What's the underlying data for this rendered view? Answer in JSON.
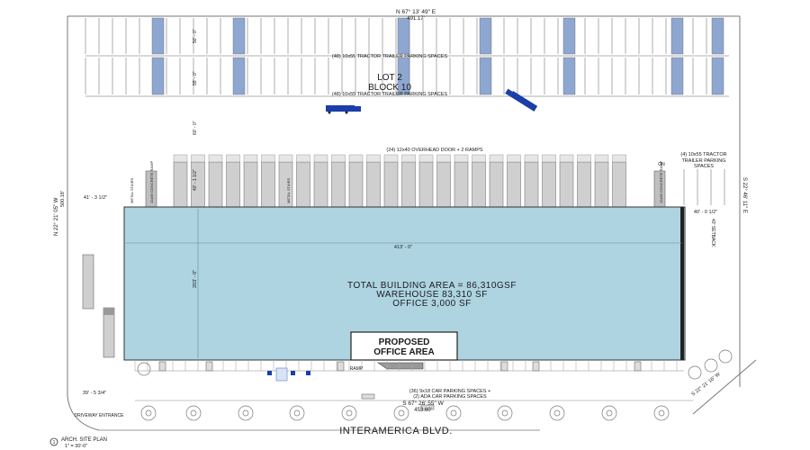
{
  "plan": {
    "top_bearing": "N 67° 13' 49\" E",
    "top_length": "491.17'",
    "parking_row_1": "(48) 10x55 TRACTOR TRAILER PARKING SPACES",
    "lot": "LOT 2",
    "block": "BLOCK 10",
    "parking_row_2": "(48) 10x55 TRACTOR TRAILER PARKING SPACES",
    "overhead_doors": "(24) 12x40 OVERHEAD DOOR + 2 RAMPS",
    "side_parking": "(4) 10x55 TRACTOR TRAILER PARKING SPACES",
    "left_bearing": "N 22° 21' 05\" W",
    "left_length": "500.18'",
    "right_bearing": "S 22° 46' 11\" E",
    "right_dim": "40' - 0 1/2\"",
    "right_setback": "40' SETBACK",
    "left_dim": "41' - 3 1/2\"",
    "building_width": "413' - 0\"",
    "building_depth": "203' - 0\"",
    "dim_top_1": "50' - 0\"",
    "dim_top_2": "55' - 0\"",
    "dim_top_3": "60' - 0\"",
    "dim_mid": "40' - 1 1/2\"",
    "total_area": "TOTAL BUILDING AREA = 86,310GSF",
    "warehouse": "WAREHOUSE 83,310 SF",
    "office": "OFFICE 3,000 SF",
    "proposed_office": "PROPOSED\nOFFICE AREA",
    "proposed_office_l1": "PROPOSED",
    "proposed_office_l2": "OFFICE AREA",
    "ramp": "RAMP",
    "car_parking_1": "(36) 9x18 CAR PARKING SPACES +",
    "car_parking_2": "(2) ADA CAR PARKING SPACES",
    "bottom_bearing": "S 67° 26' 55\" W",
    "bottom_length": "453.60'",
    "dim_bottom_left": "39' - 5 3/4\"",
    "driveway": "DRIVEWAY ENTRANCE",
    "street": "INTERAMERICA BLVD.",
    "sheet_title": "ARCH. SITE PLAN",
    "scale": "1\" = 30'-0\"",
    "sheet_number": "1",
    "on_label": "ON",
    "metal_stairs": "METAL STAIRS",
    "concrete_ramp": "12x55 CONCRETE RAMP",
    "bottom_right_bearing": "S 22° 21' 16\" W"
  },
  "colors": {
    "building": "#aed4e2",
    "trailer": "#8ea7d0",
    "truck": "#1b3ea8",
    "line": "#555555"
  }
}
